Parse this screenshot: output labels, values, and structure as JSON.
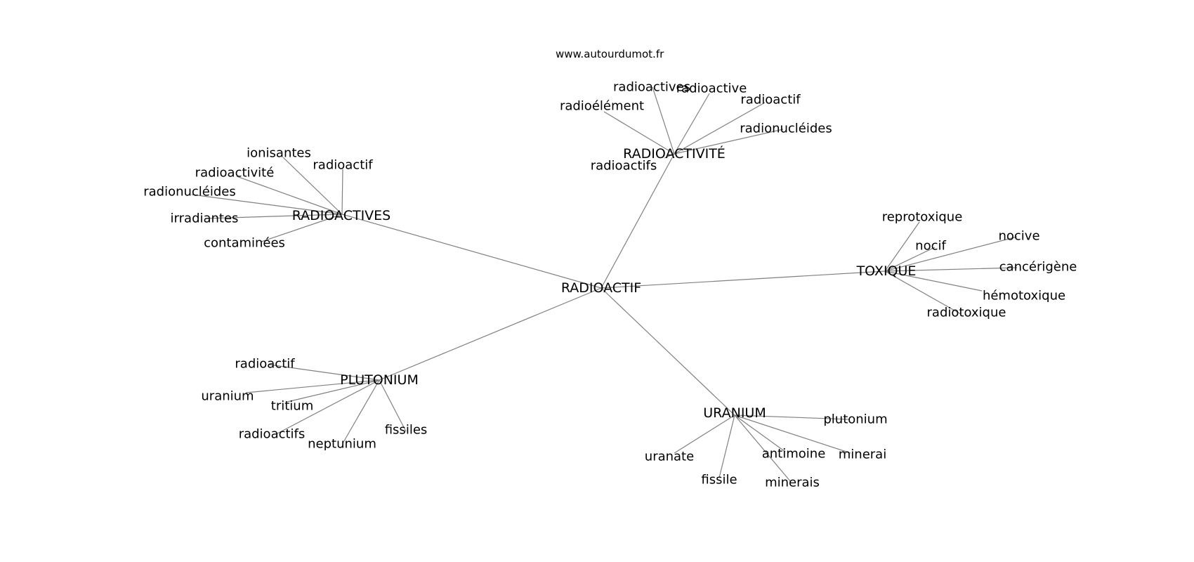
{
  "watermark": "www.autourdumot.fr",
  "center": "RADIOACTIF",
  "clusters": [
    {
      "hub": "RADIOACTIVITÉ",
      "leaves": [
        "radioactives",
        "radioactive",
        "radioactif",
        "radionucléides",
        "radioélément",
        "radioactifs"
      ]
    },
    {
      "hub": "RADIOACTIVES",
      "leaves": [
        "ionisantes",
        "radioactif",
        "radioactivité",
        "radionucléides",
        "irradiantes",
        "contaminées"
      ]
    },
    {
      "hub": "TOXIQUE",
      "leaves": [
        "reprotoxique",
        "nocif",
        "nocive",
        "cancérigène",
        "hémotoxique",
        "radiotoxique"
      ]
    },
    {
      "hub": "PLUTONIUM",
      "leaves": [
        "radioactif",
        "uranium",
        "tritium",
        "radioactifs",
        "neptunium",
        "fissiles"
      ]
    },
    {
      "hub": "URANIUM",
      "leaves": [
        "plutonium",
        "antimoine",
        "minerai",
        "uranate",
        "fissile",
        "minerais"
      ]
    }
  ]
}
